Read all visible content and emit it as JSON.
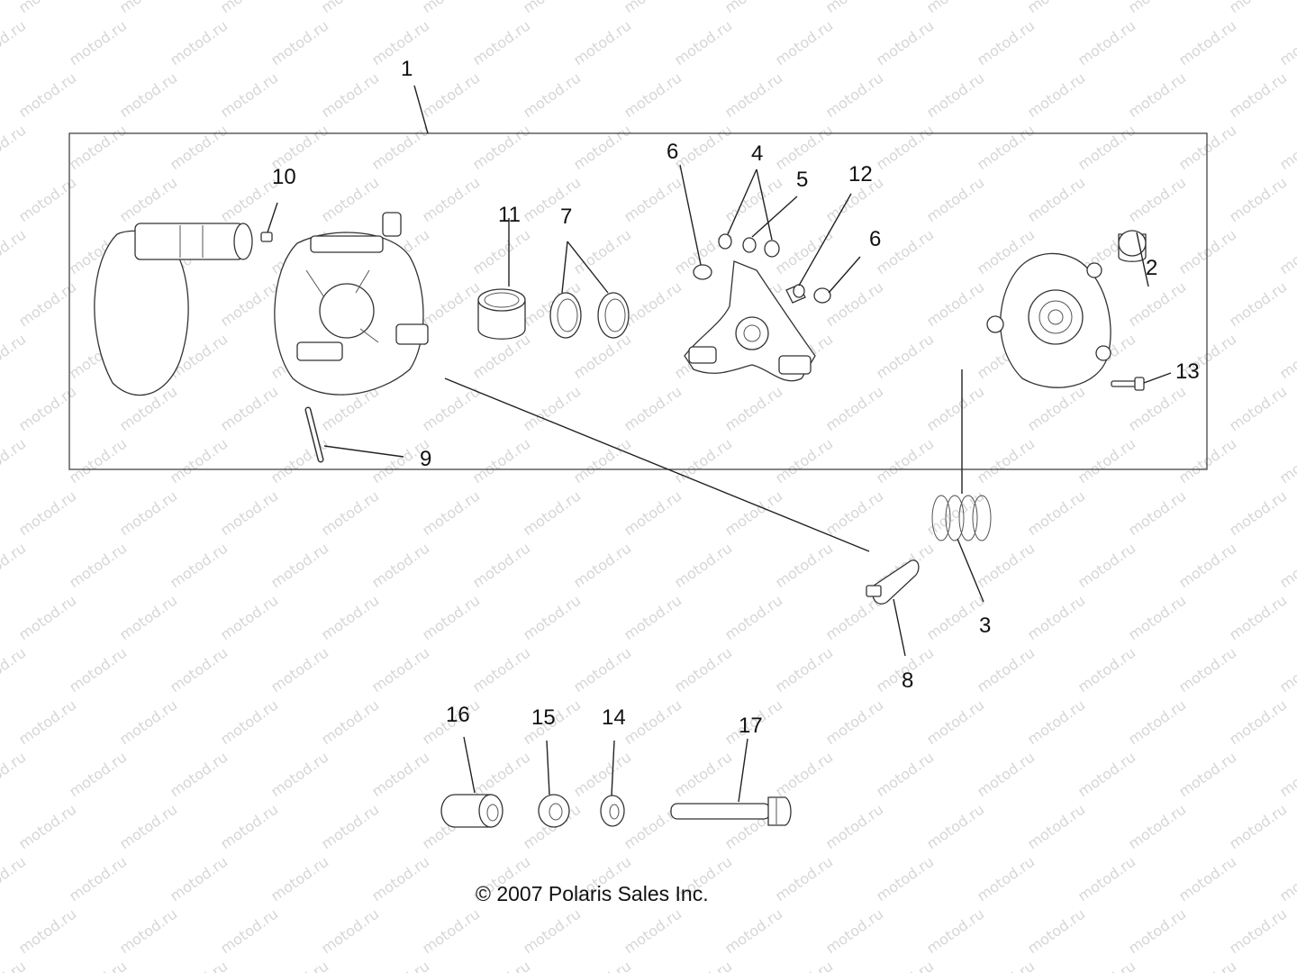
{
  "callouts": {
    "c1": "1",
    "c2": "2",
    "c3": "3",
    "c4": "4",
    "c5": "5",
    "c6a": "6",
    "c6b": "6",
    "c7": "7",
    "c8": "8",
    "c9": "9",
    "c10": "10",
    "c11": "11",
    "c12": "12",
    "c13": "13",
    "c14": "14",
    "c15": "15",
    "c16": "16",
    "c17": "17"
  },
  "copyright": "© 2007 Polaris Sales Inc.",
  "watermark": {
    "text": "motod.ru",
    "color": "#c9c9c9"
  },
  "colors": {
    "line": "#222222",
    "background": "#ffffff"
  }
}
